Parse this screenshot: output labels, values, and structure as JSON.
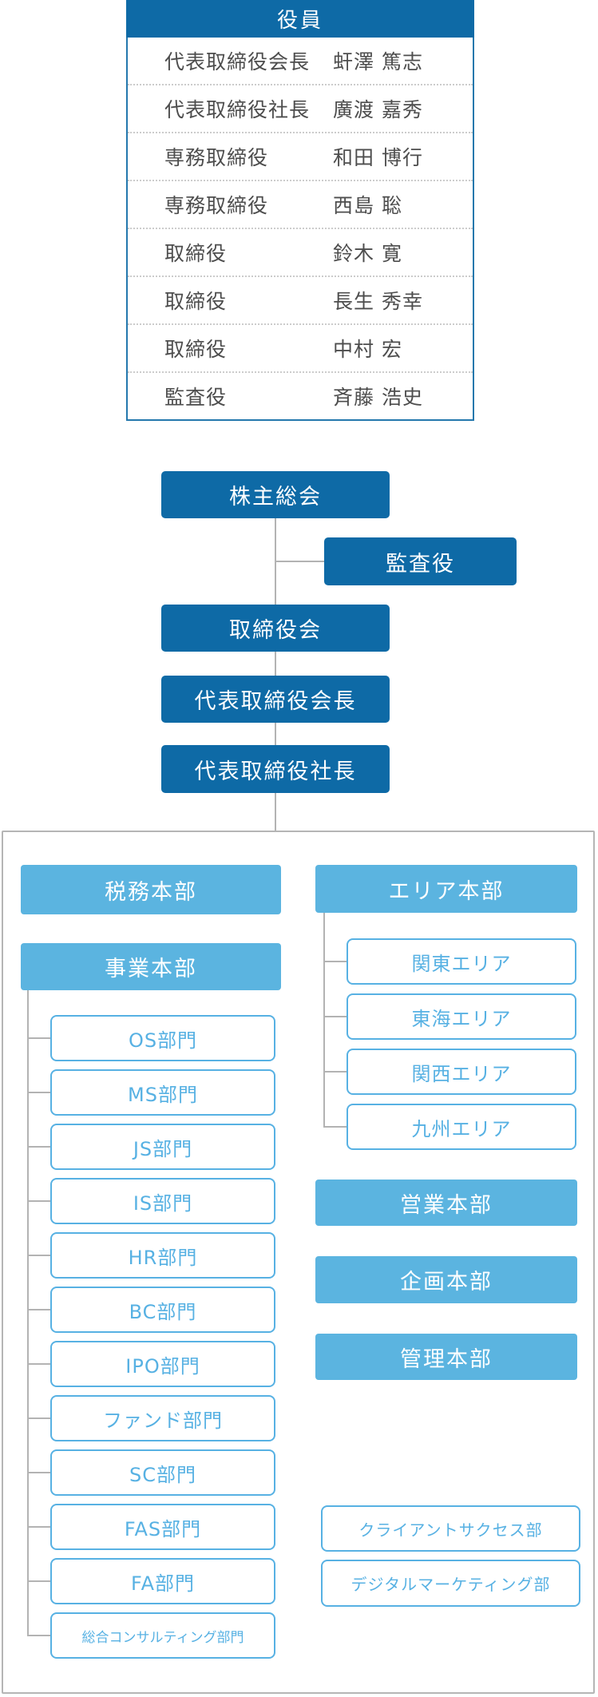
{
  "colors": {
    "primary_dark_blue": "#0e6aa6",
    "primary_light_blue": "#5bb4e0",
    "outline_blue": "#57b1e3",
    "connector_gray": "#b3b3b3",
    "table_text_gray": "#4d4d4d"
  },
  "officers_table": {
    "header": "役員",
    "rows": [
      {
        "role": "代表取締役会長",
        "name": "虷澤 篤志"
      },
      {
        "role": "代表取締役社長",
        "name": "廣渡 嘉秀"
      },
      {
        "role": "専務取締役",
        "name": "和田 博行"
      },
      {
        "role": "専務取締役",
        "name": "西島 聡"
      },
      {
        "role": "取締役",
        "name": "鈴木 寛"
      },
      {
        "role": "取締役",
        "name": "長生 秀幸"
      },
      {
        "role": "取締役",
        "name": "中村 宏"
      },
      {
        "role": "監査役",
        "name": "斉藤 浩史"
      }
    ]
  },
  "governance": {
    "shareholders": "株主総会",
    "auditor": "監査役",
    "board": "取締役会",
    "chairman": "代表取締役会長",
    "president": "代表取締役社長"
  },
  "divisions": {
    "tax_hq": "税務本部",
    "business_hq": "事業本部",
    "business_departments": [
      "OS部門",
      "MS部門",
      "JS部門",
      "IS部門",
      "HR部門",
      "BC部門",
      "IPO部門",
      "ファンド部門",
      "SC部門",
      "FAS部門",
      "FA部門",
      "総合コンサルティング部門"
    ],
    "area_hq": "エリア本部",
    "areas": [
      "関東エリア",
      "東海エリア",
      "関西エリア",
      "九州エリア"
    ],
    "sales_hq": "営業本部",
    "planning_hq": "企画本部",
    "admin_hq": "管理本部",
    "standalone_departments": [
      "クライアントサクセス部",
      "デジタルマーケティング部"
    ]
  }
}
